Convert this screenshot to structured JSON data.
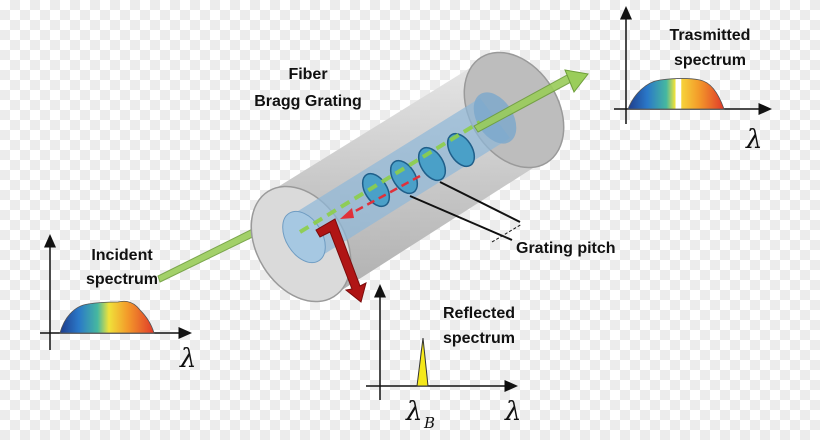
{
  "labels": {
    "fiber_line1": "Fiber",
    "fiber_line2": "Bragg Grating",
    "transmitted_line1": "Trasmitted",
    "transmitted_line2": "spectrum",
    "incident_line1": "Incident",
    "incident_line2": "spectrum",
    "reflected_line1": "Reflected",
    "reflected_line2": "spectrum",
    "grating_pitch": "Grating pitch",
    "lambda": "λ",
    "lambda_b_main": "λ",
    "lambda_b_sub": "B"
  },
  "colors": {
    "incident_beam": "#9acd5a",
    "reflected_beam": "#b01515",
    "grating_disk": "#4aa0c8",
    "cladding": "#c9c9c9",
    "core": "#8fb8d8",
    "reflected_peak": "#f5e81a"
  }
}
